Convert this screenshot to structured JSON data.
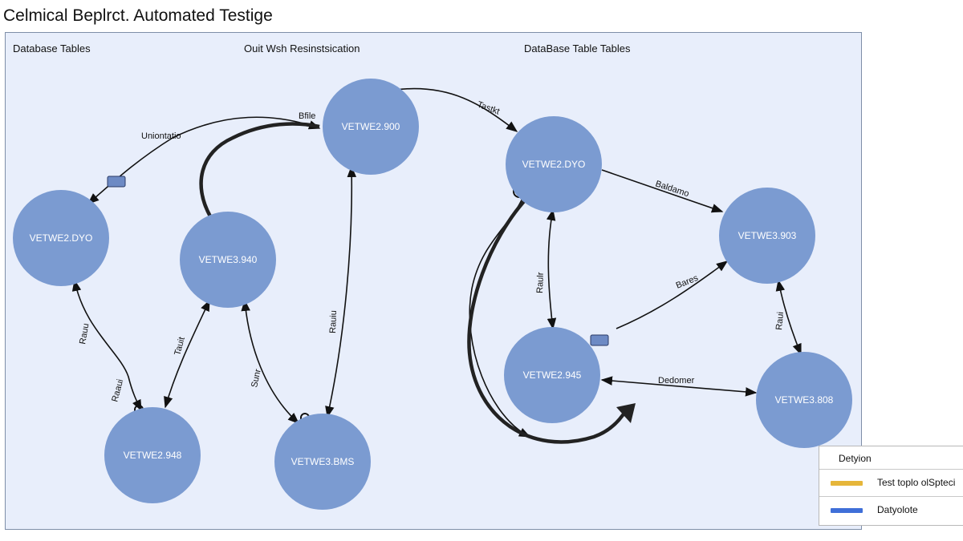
{
  "title": "Celmical Beplrct. Automated Testige",
  "headers": {
    "left": "Database Tables",
    "middle": "Ouit Wsh Resinstsication",
    "right": "DataBase Table Tables"
  },
  "nodes": {
    "n1": "VETWE2.900",
    "n2": "VETWE2.DYO",
    "n3": "VETWE2.DYO",
    "n4": "VETWE3.940",
    "n5": "VETWE3.903",
    "n6": "VETWE2.945",
    "n7": "VETWE2.948",
    "n8": "VETWE3.BMS",
    "n9": "VETWE3.808"
  },
  "edge_labels": {
    "bfile": "Bfile",
    "tastkt": "Tastkt",
    "uniontatio": "Uniontatio",
    "baldamo": "Baldamo",
    "bares": "Bares",
    "raulr": "Raulr",
    "rauiu": "Rauiu",
    "rauu": "Rauu",
    "tauit": "Tauit",
    "raaui": "Raaui",
    "sunr": "Sunr",
    "raui2": "Raui",
    "dedomer": "Dedomer"
  },
  "legend": {
    "title": "Detyion",
    "items": [
      {
        "label": "Test toplo olSpteci",
        "color": "#e6b63a"
      },
      {
        "label": "Datyolote",
        "color": "#3f6fd8"
      }
    ]
  },
  "colors": {
    "node_fill": "#7b9bd1",
    "canvas_bg": "#e8eefb",
    "canvas_border": "#7e8ea8"
  }
}
